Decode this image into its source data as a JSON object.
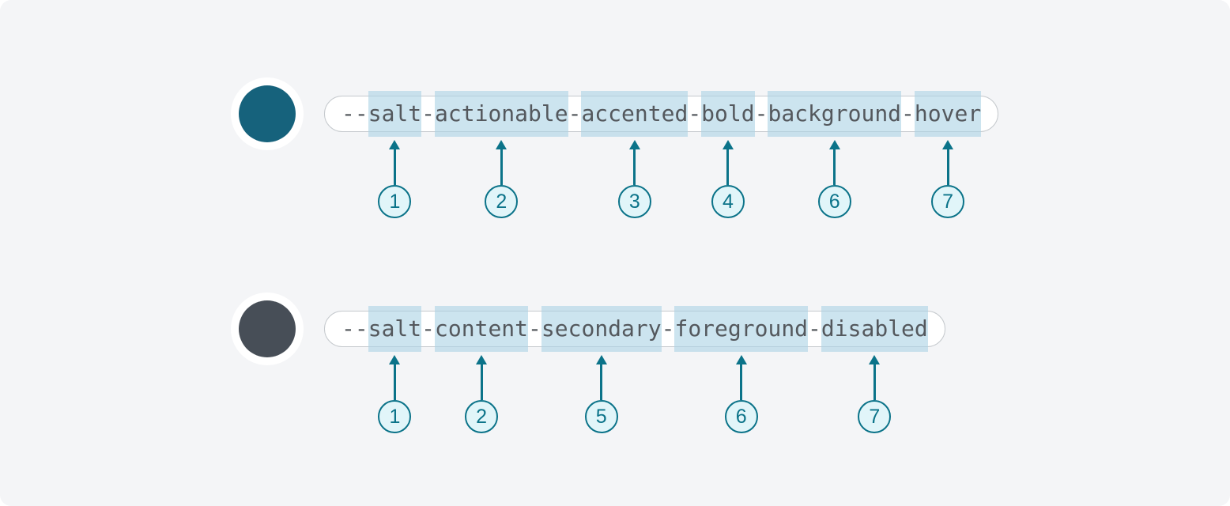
{
  "diagram": {
    "description": "Design token name anatomy diagram with numbered segment callouts",
    "prefix": "--",
    "separator": "-",
    "rows": [
      {
        "swatch_color": "#16627C",
        "full_token": "--salt-actionable-accented-bold-background-hover",
        "segments": [
          {
            "text": "salt",
            "number": "1"
          },
          {
            "text": "actionable",
            "number": "2"
          },
          {
            "text": "accented",
            "number": "3"
          },
          {
            "text": "bold",
            "number": "4"
          },
          {
            "text": "background",
            "number": "6"
          },
          {
            "text": "hover",
            "number": "7"
          }
        ]
      },
      {
        "swatch_color": "#474E57",
        "full_token": "--salt-content-secondary-foreground-disabled",
        "segments": [
          {
            "text": "salt",
            "number": "1"
          },
          {
            "text": "content",
            "number": "2"
          },
          {
            "text": "secondary",
            "number": "5"
          },
          {
            "text": "foreground",
            "number": "6"
          },
          {
            "text": "disabled",
            "number": "7"
          }
        ]
      }
    ],
    "colors": {
      "canvas_background": "#F4F5F7",
      "pill_background": "#FFFFFF",
      "pill_border": "#C5C9CD",
      "token_text": "#54585D",
      "segment_highlight": "#CDE4EE",
      "accent_teal": "#0B7389",
      "callout_fill": "#E1F5F9"
    }
  }
}
